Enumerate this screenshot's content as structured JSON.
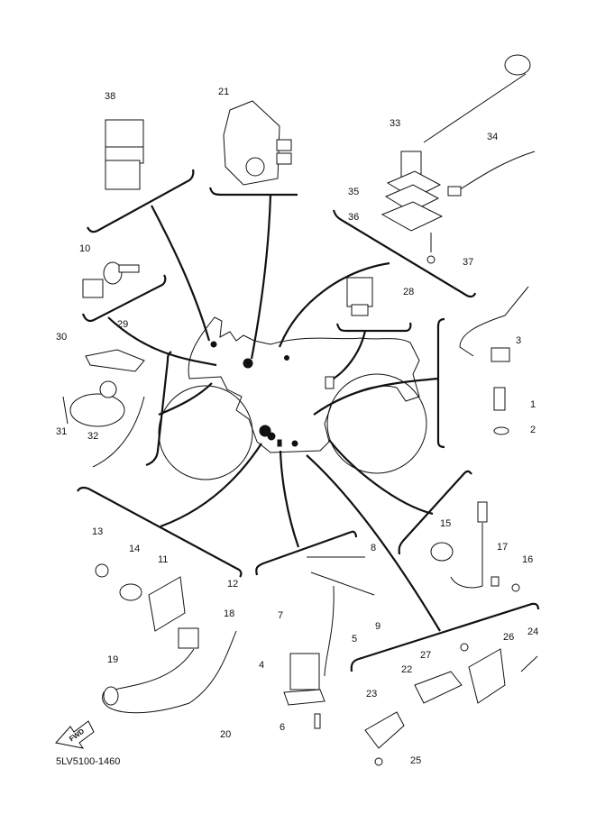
{
  "diagram": {
    "title_code": "5LV5100-1460",
    "direction_arrow_label": "FWD",
    "callouts": [
      {
        "id": "38",
        "label": "38"
      },
      {
        "id": "21",
        "label": "21"
      },
      {
        "id": "33",
        "label": "33"
      },
      {
        "id": "34",
        "label": "34"
      },
      {
        "id": "35",
        "label": "35"
      },
      {
        "id": "36",
        "label": "36"
      },
      {
        "id": "37",
        "label": "37"
      },
      {
        "id": "10",
        "label": "10"
      },
      {
        "id": "28",
        "label": "28"
      },
      {
        "id": "29",
        "label": "29"
      },
      {
        "id": "30",
        "label": "30"
      },
      {
        "id": "31",
        "label": "31"
      },
      {
        "id": "32",
        "label": "32"
      },
      {
        "id": "3",
        "label": "3"
      },
      {
        "id": "1",
        "label": "1"
      },
      {
        "id": "2",
        "label": "2"
      },
      {
        "id": "13",
        "label": "13"
      },
      {
        "id": "14",
        "label": "14"
      },
      {
        "id": "11",
        "label": "11"
      },
      {
        "id": "12",
        "label": "12"
      },
      {
        "id": "18",
        "label": "18"
      },
      {
        "id": "19",
        "label": "19"
      },
      {
        "id": "20",
        "label": "20"
      },
      {
        "id": "8",
        "label": "8"
      },
      {
        "id": "9",
        "label": "9"
      },
      {
        "id": "7",
        "label": "7"
      },
      {
        "id": "5",
        "label": "5"
      },
      {
        "id": "4",
        "label": "4"
      },
      {
        "id": "6",
        "label": "6"
      },
      {
        "id": "15",
        "label": "15"
      },
      {
        "id": "17",
        "label": "17"
      },
      {
        "id": "16",
        "label": "16"
      },
      {
        "id": "27",
        "label": "27"
      },
      {
        "id": "26",
        "label": "26"
      },
      {
        "id": "24",
        "label": "24"
      },
      {
        "id": "22",
        "label": "22"
      },
      {
        "id": "23",
        "label": "23"
      },
      {
        "id": "25",
        "label": "25"
      }
    ]
  }
}
